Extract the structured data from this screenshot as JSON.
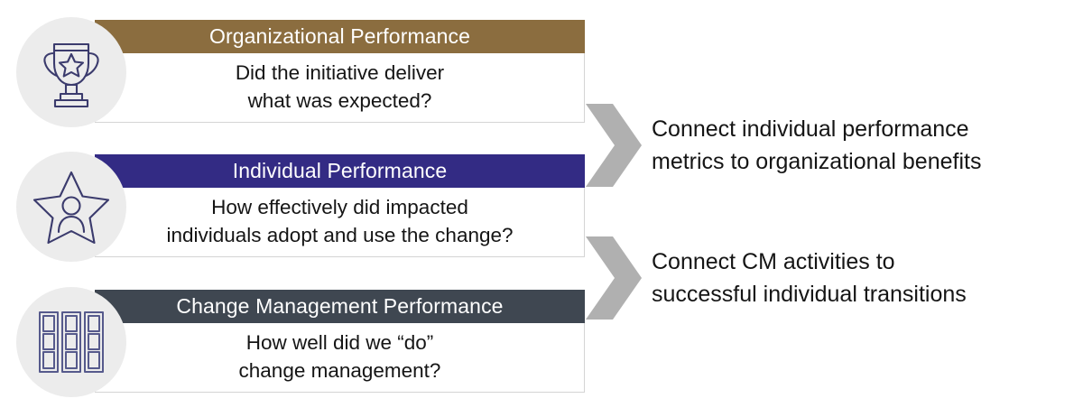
{
  "colors": {
    "organizational_header": "#8b6d3f",
    "individual_header": "#332b84",
    "change_management_header": "#3f4751",
    "icon_circle_bg": "#ececec",
    "icon_stroke": "#3b3b6d",
    "arrow_fill": "#b0b0b0",
    "body_text": "#151515",
    "card_border": "#d4d4d4",
    "page_background": "#ffffff"
  },
  "cards": [
    {
      "id": "organizational-performance",
      "title": "Organizational Performance",
      "icon": "trophy-icon",
      "body_lines": [
        "Did the initiative deliver",
        "what was expected?"
      ]
    },
    {
      "id": "individual-performance",
      "title": "Individual Performance",
      "icon": "star-person-icon",
      "body_lines": [
        "How effectively did impacted",
        "individuals adopt and use the change?"
      ]
    },
    {
      "id": "change-management-performance",
      "title": "Change Management Performance",
      "icon": "blocks-grid-icon",
      "body_lines": [
        "How well did we “do”",
        "change management?"
      ]
    }
  ],
  "arrows": [
    {
      "id": "arrow-organizational",
      "icon": "chevron-right-icon"
    },
    {
      "id": "arrow-change-management",
      "icon": "chevron-right-icon"
    }
  ],
  "callouts": [
    {
      "id": "callout-individual-to-organizational",
      "lines": [
        "Connect individual performance",
        "metrics to organizational benefits"
      ]
    },
    {
      "id": "callout-cm-to-individual",
      "lines": [
        "Connect CM activities to",
        "successful individual transitions"
      ]
    }
  ]
}
